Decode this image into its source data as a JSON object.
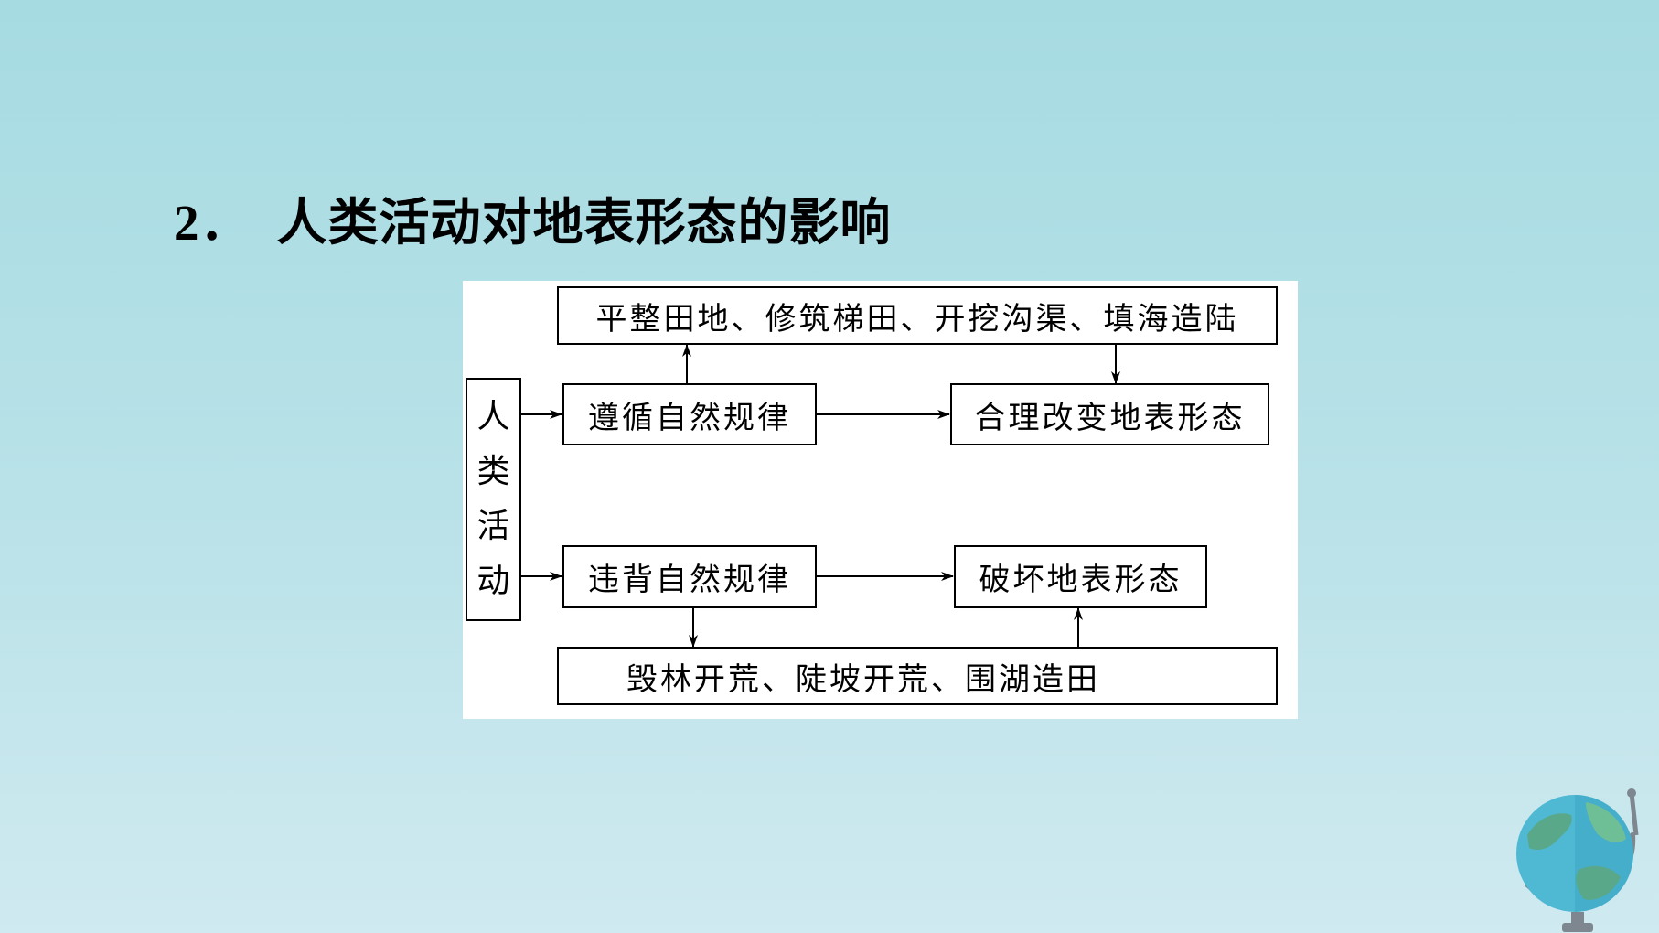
{
  "title": {
    "number": "2．",
    "text": "人类活动对地表形态的影响"
  },
  "diagram": {
    "root": [
      "人",
      "类",
      "活",
      "动"
    ],
    "top_practices": "平整田地、修筑梯田、开挖沟渠、填海造陆",
    "follow_rule": "遵循自然规律",
    "reasonable_change": "合理改变地表形态",
    "violate_rule": "违背自然规律",
    "damage": "破坏地表形态",
    "bottom_practices": "毁林开荒、陡坡开荒、围湖造田"
  },
  "colors": {
    "background_top": "#a6dbe2",
    "background_bottom": "#cfeaf0",
    "globe_ocean": "#4fb8d3",
    "globe_land": "#5aa88a"
  },
  "icons": {
    "globe": "globe-icon"
  }
}
